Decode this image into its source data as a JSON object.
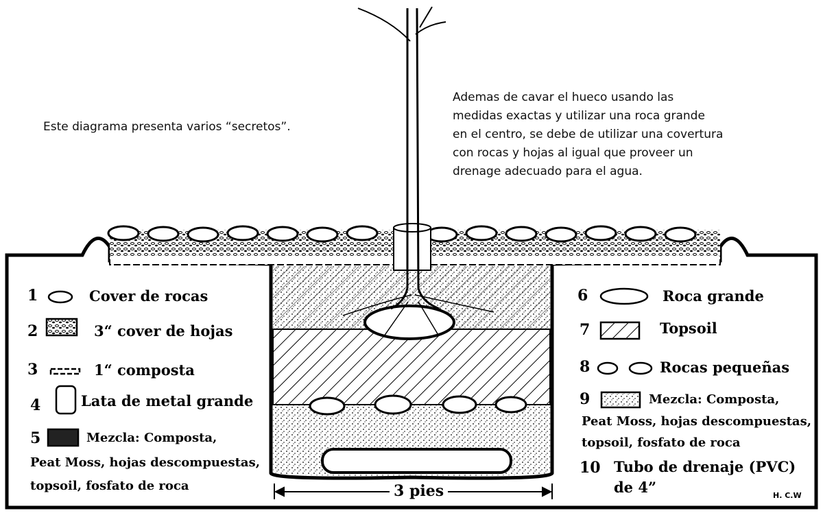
{
  "intro_note": "Este diagrama presenta varios “secretos”.",
  "description": [
    "Ademas de cavar el hueco usando las",
    "medidas exactas y utilizar una roca grande",
    "en el centro, se debe de utilizar una covertura",
    "con rocas y hojas al igual que proveer un",
    "drenage adecuado para el agua."
  ],
  "legend_left": [
    {
      "num": "1",
      "label": "Cover de rocas"
    },
    {
      "num": "2",
      "label": "3“ cover de hojas"
    },
    {
      "num": "3",
      "label": "1“ composta"
    },
    {
      "num": "4",
      "label": "Lata de metal grande"
    },
    {
      "num": "5",
      "label": "Mezcla: Composta,",
      "extra": [
        "Peat Moss, hojas descompuestas,",
        "topsoil, fosfato de roca"
      ]
    }
  ],
  "legend_right": [
    {
      "num": "6",
      "label": "Roca grande"
    },
    {
      "num": "7",
      "label": "Topsoil"
    },
    {
      "num": "8",
      "label": "Rocas pequeñas"
    },
    {
      "num": "9",
      "label": "Mezcla: Composta,",
      "extra": [
        "Peat Moss, hojas descompuestas,",
        "topsoil, fosfato de roca"
      ]
    },
    {
      "num": "10",
      "label": "Tubo de drenaje (PVC)",
      "extra": [
        "de 4”"
      ]
    }
  ],
  "dimension_label": "3 pies",
  "signature": "H. C.W"
}
